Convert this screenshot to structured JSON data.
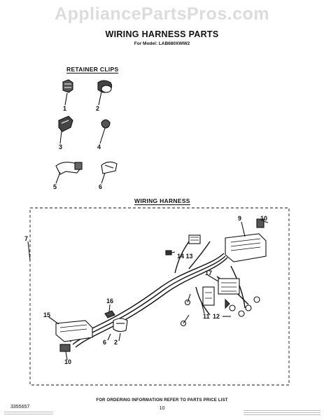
{
  "watermark": "AppliancePartsPros.com",
  "header": {
    "title": "WIRING HARNESS PARTS",
    "model": "For Model: LAB680XWW2"
  },
  "sections": {
    "retainer_clips": "RETAINER CLIPS",
    "wiring_harness": "WIRING HARNESS"
  },
  "callouts": {
    "c1": "1",
    "c2": "2",
    "c3": "3",
    "c4": "4",
    "c5": "5",
    "c6": "6",
    "c7": "7",
    "c9": "9",
    "c10a": "10",
    "c14_13": "14 13",
    "c17": "17",
    "c11": "11",
    "c12": "12",
    "c16": "16",
    "c15": "15",
    "c6b": "6",
    "c2b": "2",
    "c10b": "10"
  },
  "footer": {
    "doc_number": "3355657",
    "note": "FOR ORDERING INFORMATION REFER TO PARTS PRICE LIST",
    "page": "10"
  }
}
